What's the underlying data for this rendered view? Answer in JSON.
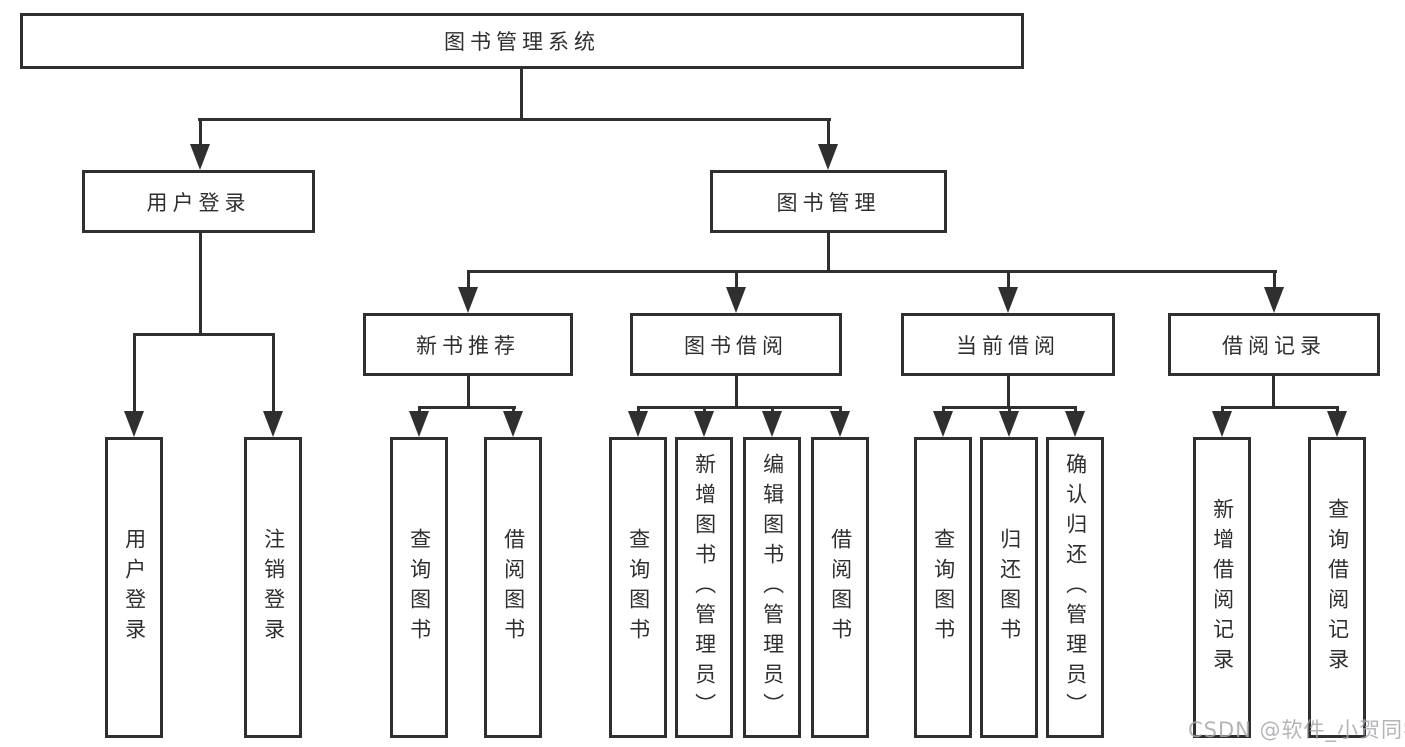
{
  "tree": {
    "label": "图书管理系统",
    "children": [
      {
        "label": "用户登录",
        "children": [
          {
            "label": "用户登录"
          },
          {
            "label": "注销登录"
          }
        ]
      },
      {
        "label": "图书管理",
        "children": [
          {
            "label": "新书推荐",
            "children": [
              {
                "label": "查询图书"
              },
              {
                "label": "借阅图书"
              }
            ]
          },
          {
            "label": "图书借阅",
            "children": [
              {
                "label": "查询图书"
              },
              {
                "label": "新增图书（管理员）"
              },
              {
                "label": "编辑图书（管理员）"
              },
              {
                "label": "借阅图书"
              }
            ]
          },
          {
            "label": "当前借阅",
            "children": [
              {
                "label": "查询图书"
              },
              {
                "label": "归还图书"
              },
              {
                "label": "确认归还（管理员）"
              }
            ]
          },
          {
            "label": "借阅记录",
            "children": [
              {
                "label": "新增借阅记录"
              },
              {
                "label": "查询借阅记录"
              }
            ]
          }
        ]
      }
    ]
  },
  "watermark": {
    "text": "CSDN @软件_小贺同学"
  },
  "colors": {
    "line": "#2f2f2f",
    "background": "#ffffff",
    "watermark": "#a9a9ad"
  }
}
